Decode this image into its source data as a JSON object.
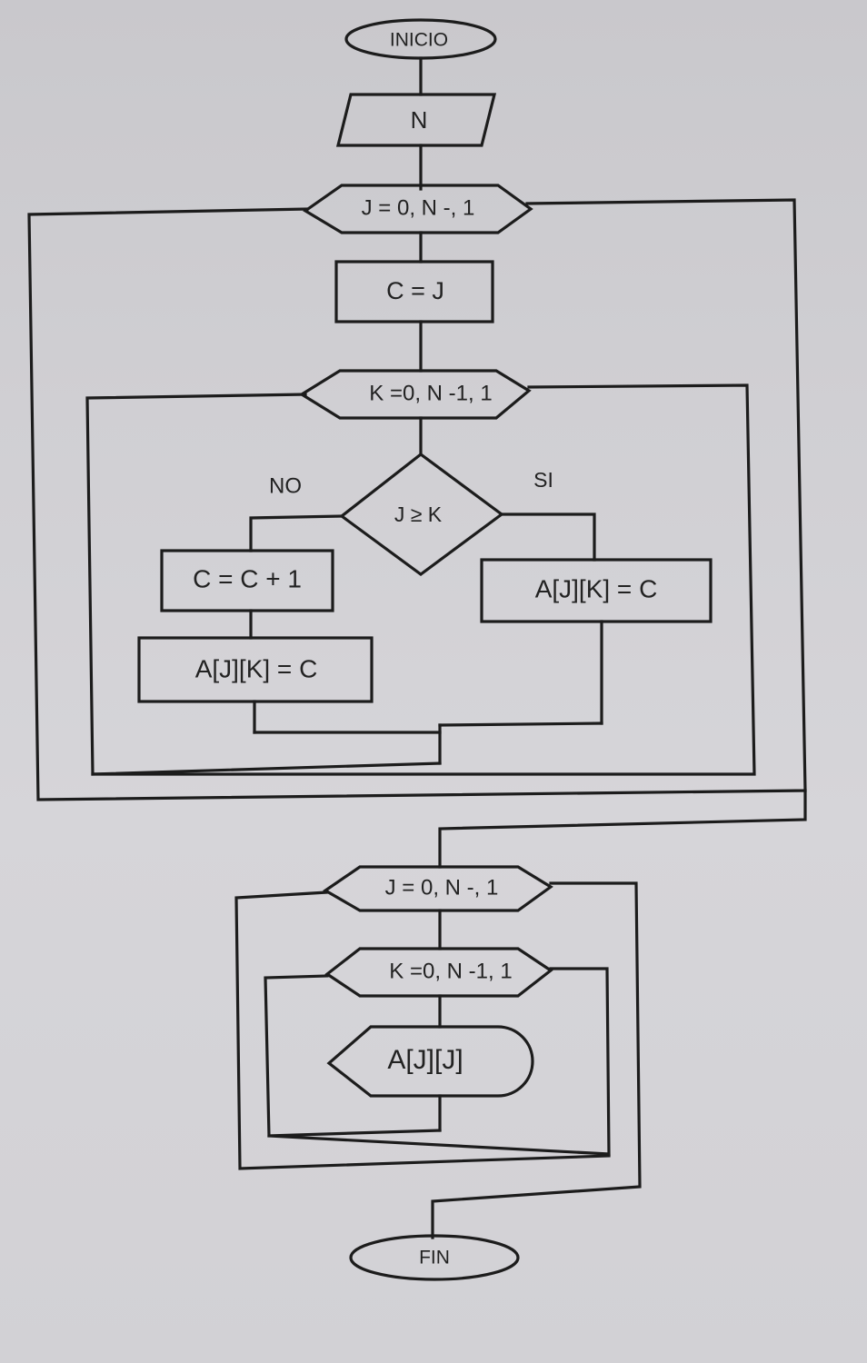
{
  "diagram": {
    "start": "INICIO",
    "input": "N",
    "outer_loop_1": "J = 0, N -, 1",
    "assign_c": "C = J",
    "inner_loop_1": "K =0, N -1, 1",
    "decision": "J ≥ K",
    "branch_no": "NO",
    "branch_si": "SI",
    "no_increment": "C = C + 1",
    "no_assign": "A[J][K] = C",
    "si_assign": "A[J][K] = C",
    "outer_loop_2": "J = 0, N -, 1",
    "inner_loop_2": "K =0, N -1, 1",
    "output": "A[J][J]",
    "end": "FIN"
  }
}
